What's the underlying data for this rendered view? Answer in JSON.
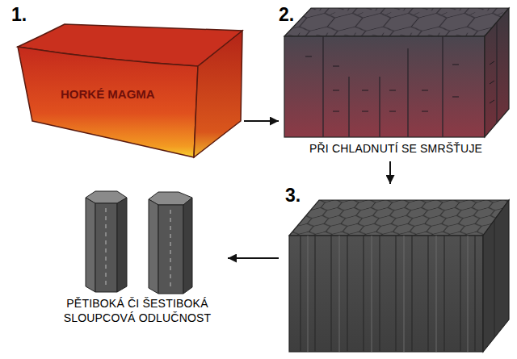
{
  "diagram": {
    "nodes": [
      {
        "text": [
          "1.",
          "HORKÉ MAGMA"
        ]
      },
      {
        "text": [
          "2.",
          "PŘI CHLADNUTÍ SE SMRŠŤUJE"
        ]
      },
      {
        "text": [
          "3."
        ]
      },
      {
        "text": [
          "PĚTIBOKÁ ČI ŠESTIBOKÁ SLOUPCOVÁ ODLUČNOST"
        ]
      }
    ],
    "edges": [
      {
        "from": 0,
        "to": 1,
        "arrow": "to"
      },
      {
        "from": 1,
        "to": 2,
        "arrow": "to"
      },
      {
        "from": 2,
        "to": 3,
        "arrow": "to"
      }
    ]
  }
}
